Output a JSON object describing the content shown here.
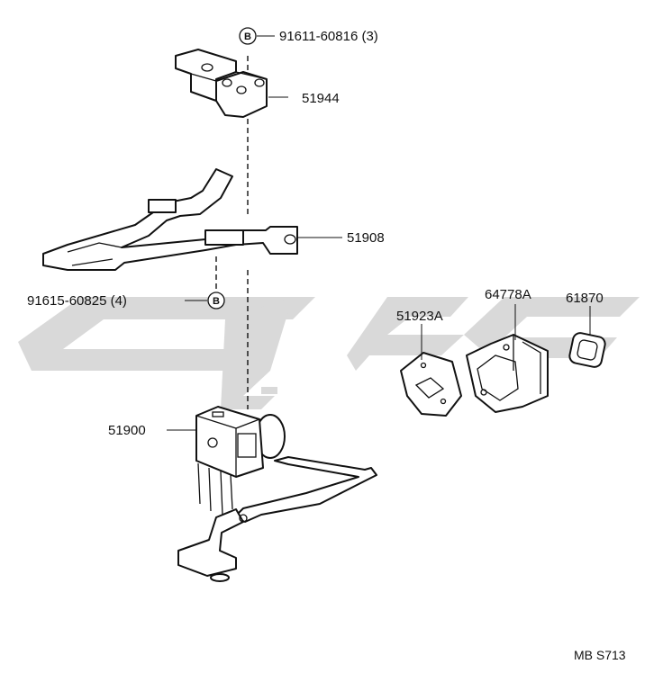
{
  "diagram": {
    "code": "MB S713",
    "watermark": "logo",
    "callouts": {
      "bolt_top": {
        "part_no": "91611-60816 (3)",
        "marker": "B"
      },
      "bolt_mid": {
        "part_no": "91615-60825 (4)",
        "marker": "B"
      },
      "bracket": "51944",
      "carrier_arm": "51908",
      "gasket": "51923A",
      "boot": "64778A",
      "grommet": "61870",
      "winch_assy": "51900"
    }
  }
}
